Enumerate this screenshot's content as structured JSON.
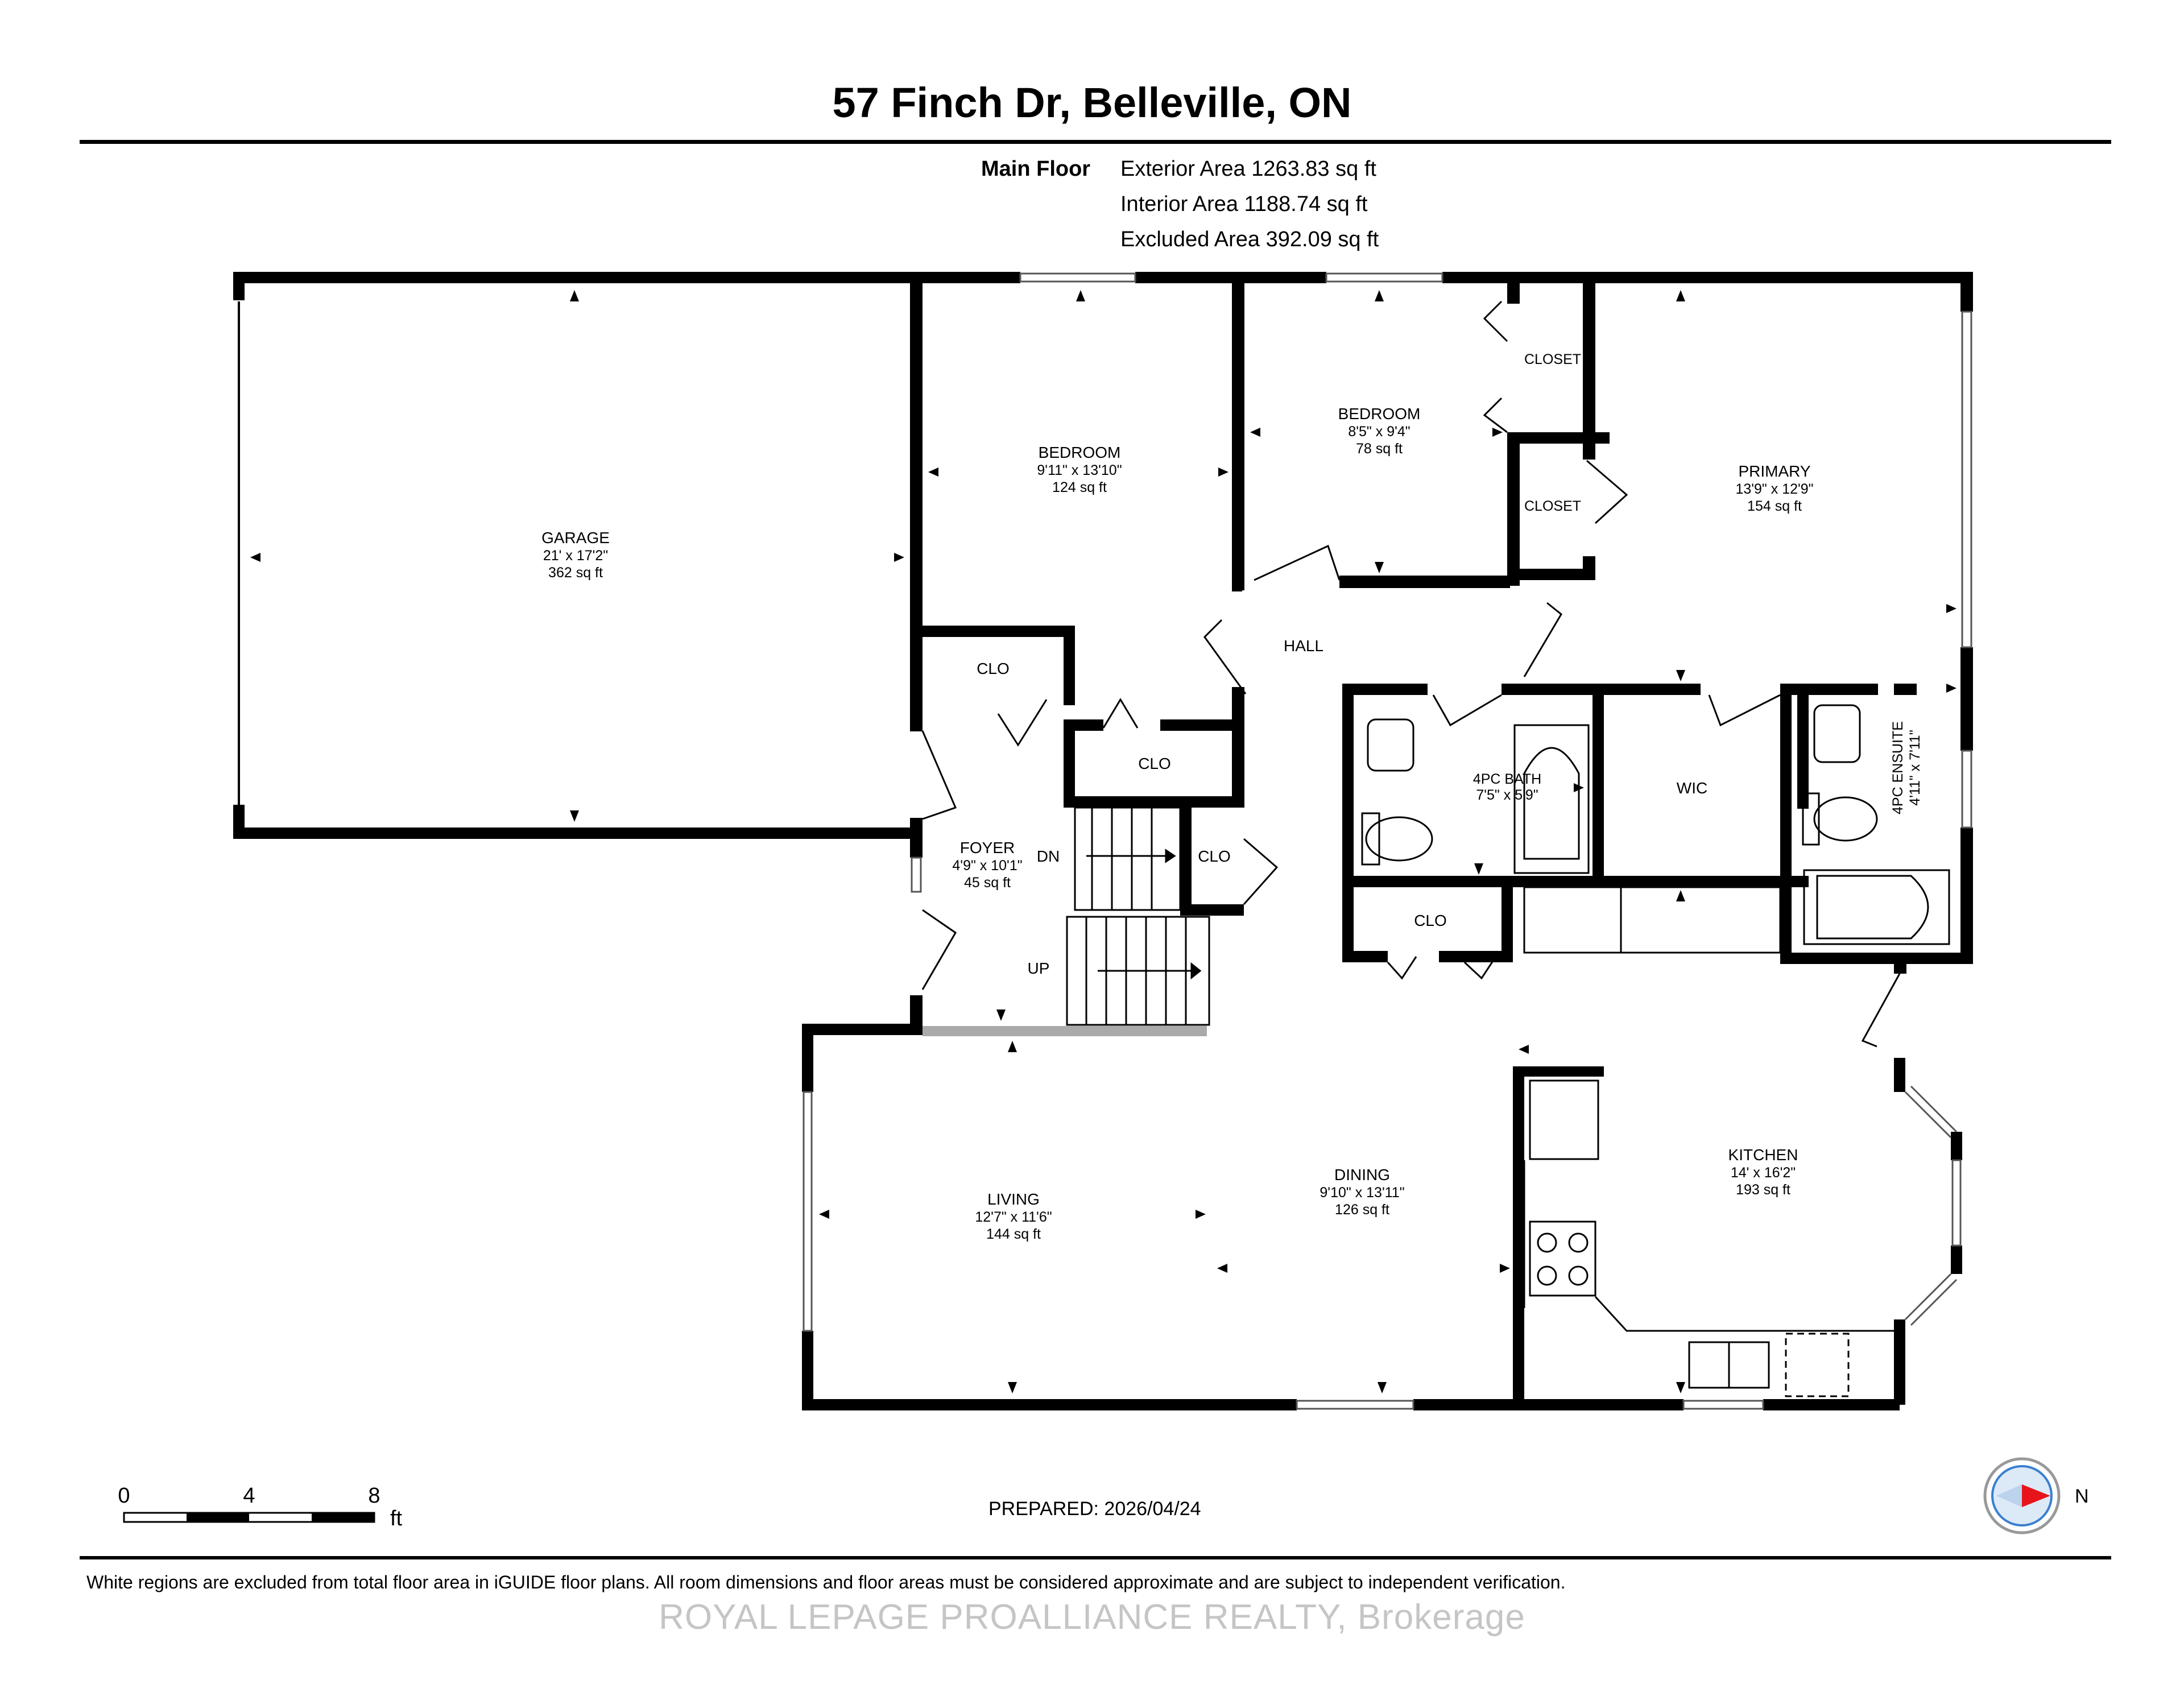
{
  "title": "57 Finch Dr, Belleville, ON",
  "floor": {
    "label": "Main Floor",
    "exterior_area": "Exterior Area 1263.83 sq ft",
    "interior_area": "Interior Area 1188.74 sq ft",
    "excluded_area": "Excluded Area 392.09 sq ft"
  },
  "rooms": {
    "garage": {
      "name": "GARAGE",
      "dims": "21' x 17'2\"",
      "area": "362 sq ft"
    },
    "bedroom1": {
      "name": "BEDROOM",
      "dims": "9'11\" x 13'10\"",
      "area": "124 sq ft"
    },
    "bedroom2": {
      "name": "BEDROOM",
      "dims": "8'5\" x 9'4\"",
      "area": "78 sq ft"
    },
    "primary": {
      "name": "PRIMARY",
      "dims": "13'9\" x 12'9\"",
      "area": "154 sq ft"
    },
    "closet_top": {
      "name": "CLOSET"
    },
    "closet_mid": {
      "name": "CLOSET"
    },
    "hall": {
      "name": "HALL"
    },
    "clo_a": {
      "name": "CLO"
    },
    "clo_b": {
      "name": "CLO"
    },
    "clo_c": {
      "name": "CLO"
    },
    "clo_d": {
      "name": "CLO"
    },
    "bath": {
      "name": "4PC BATH",
      "dims": "7'5\" x 5'9\""
    },
    "wic": {
      "name": "WIC"
    },
    "ensuite": {
      "name": "4PC ENSUITE",
      "dims": "4'11\" x 7'11\""
    },
    "foyer": {
      "name": "FOYER",
      "dims": "4'9\" x 10'1\"",
      "area": "45 sq ft"
    },
    "living": {
      "name": "LIVING",
      "dims": "12'7\" x 11'6\"",
      "area": "144 sq ft"
    },
    "dining": {
      "name": "DINING",
      "dims": "9'10\" x 13'11\"",
      "area": "126 sq ft"
    },
    "kitchen": {
      "name": "KITCHEN",
      "dims": "14' x 16'2\"",
      "area": "193 sq ft"
    }
  },
  "stairs": {
    "down": "DN",
    "up": "UP"
  },
  "scale": {
    "ticks": [
      "0",
      "4",
      "8"
    ],
    "unit": "ft"
  },
  "prepared": "PREPARED: 2026/04/24",
  "compass": {
    "direction": "N"
  },
  "footer": "White regions are excluded from total floor area in iGUIDE floor plans. All room dimensions and floor areas must be considered approximate and are subject to independent verification.",
  "watermark": "ROYAL LEPAGE PROALLIANCE REALTY, Brokerage",
  "colors": {
    "wall": "#000000",
    "compass_arrow": "#e8141c",
    "compass_ring": "#3a7fd0"
  }
}
